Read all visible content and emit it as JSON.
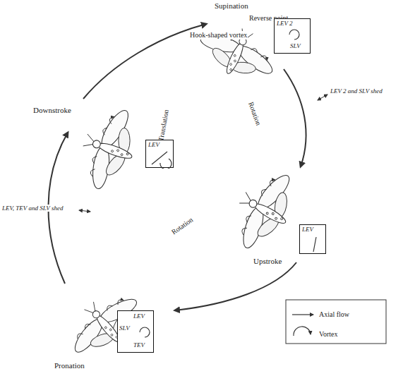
{
  "diagram": {
    "nodes": [
      {
        "text": [
          "LEV 2",
          "SLV"
        ]
      },
      {
        "text": [
          "LEV"
        ]
      },
      {
        "text": [
          "LEV"
        ]
      },
      {
        "text": [
          "LEV",
          "SLV",
          "TEV"
        ]
      }
    ],
    "labels": [
      "Supination",
      "Reverse point",
      "Hook-shaped vortex",
      "LEV 2 and SLV shed",
      "Rotation",
      "Translation",
      "Downstroke",
      "Upstroke",
      "Rotation",
      "Pronation",
      "LEV, TEV and SLV shed"
    ],
    "legend": [
      {
        "text": "Axial flow"
      },
      {
        "text": "Vortex"
      }
    ]
  }
}
